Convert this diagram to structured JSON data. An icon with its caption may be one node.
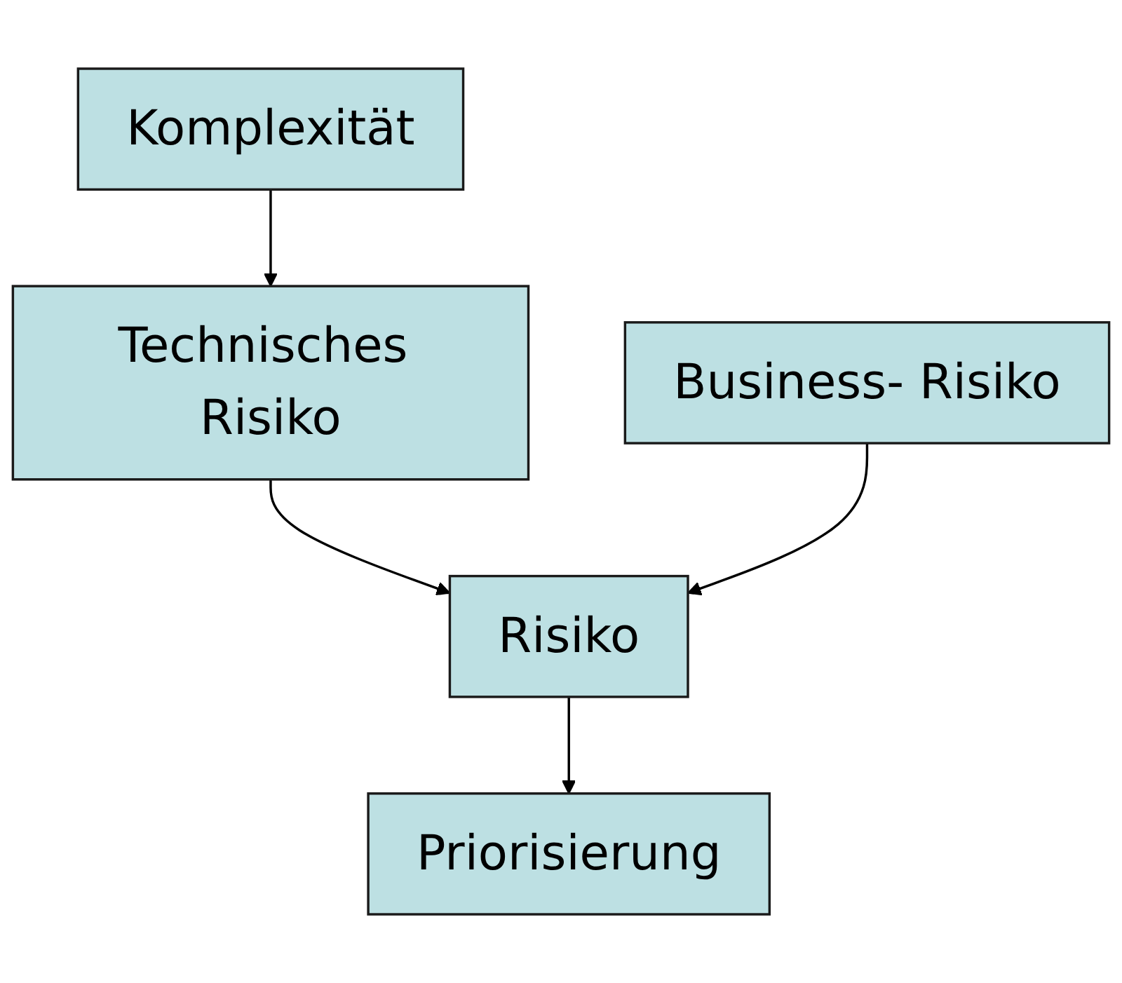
{
  "diagram": {
    "nodes": [
      {
        "text": [
          "Komplexität"
        ]
      },
      {
        "text": [
          "Technisches Risiko"
        ]
      },
      {
        "text": [
          "Business- Risiko"
        ]
      },
      {
        "text": [
          "Risiko"
        ]
      },
      {
        "text": [
          "Priorisierung"
        ]
      }
    ],
    "edges": [
      {
        "from": 0,
        "to": 1,
        "arrow": "to"
      },
      {
        "from": 1,
        "to": 3,
        "arrow": "to"
      },
      {
        "from": 2,
        "to": 3,
        "arrow": "to"
      },
      {
        "from": 3,
        "to": 4,
        "arrow": "to"
      }
    ]
  }
}
